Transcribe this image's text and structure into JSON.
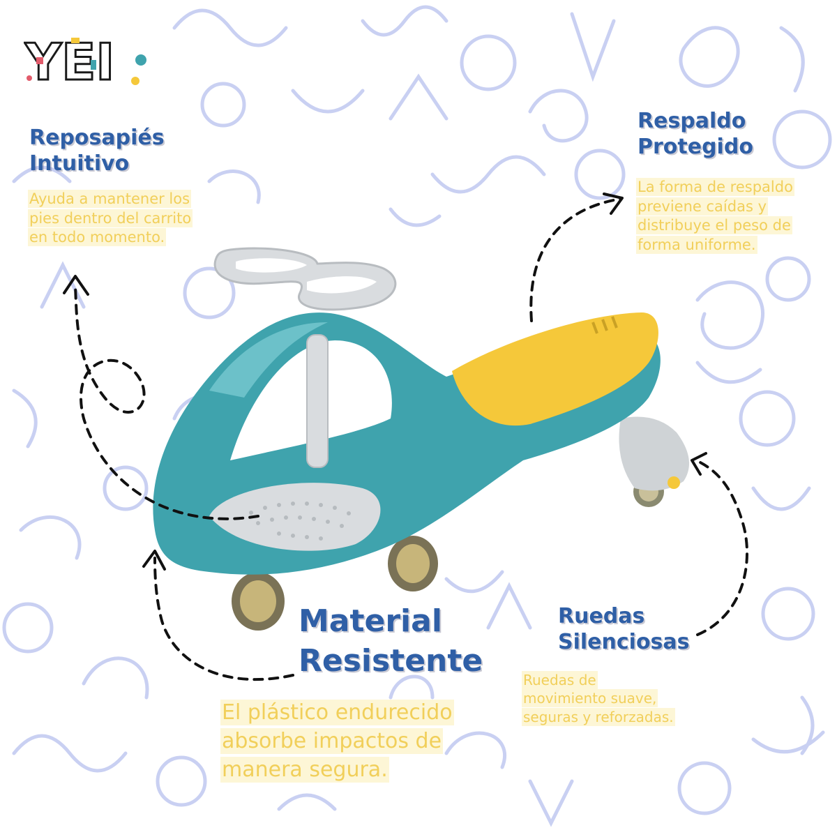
{
  "brand": {
    "logo_text": "YEI"
  },
  "colors": {
    "title": "#2f5fa6",
    "desc_text": "#f1cf5a",
    "desc_highlight": "#fdf6d6",
    "pattern": "#c9d0f2",
    "car_body": "#3fa3ad",
    "seat": "#f5c83a",
    "grey_parts": "#d9dcdf"
  },
  "features": {
    "footrest": {
      "title_line1": "Reposapiés",
      "title_line2": "Intuitivo",
      "desc": [
        "Ayuda a mantener los",
        "pies dentro del carrito",
        "en todo momento."
      ]
    },
    "backrest": {
      "title_line1": "Respaldo",
      "title_line2": "Protegido",
      "desc": [
        "La forma de respaldo",
        "previene caídas y",
        "distribuye el peso de",
        "forma uniforme."
      ]
    },
    "material": {
      "title_line1": "Material",
      "title_line2": "Resistente",
      "desc": [
        "El plástico endurecido",
        "absorbe impactos de",
        "manera segura."
      ]
    },
    "wheels": {
      "title_line1": "Ruedas",
      "title_line2": "Silenciosas",
      "desc": [
        "Ruedas de",
        "movimiento suave,",
        "seguras y reforzadas."
      ]
    }
  }
}
